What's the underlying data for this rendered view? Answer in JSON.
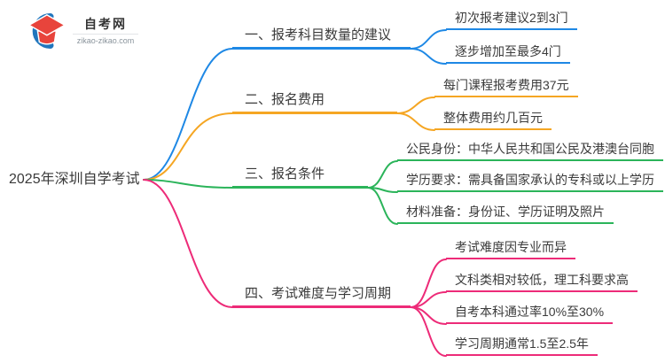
{
  "logo": {
    "site_name": "自考网",
    "site_domain": "zikao-zikao.com",
    "icon_blue": "#2176BD",
    "icon_red": "#E8443C"
  },
  "central_topic": "2025年深圳自学考试",
  "branches": [
    {
      "label": "一、报考科目数量的建议",
      "color": "#1E88E5",
      "children": [
        "初次报考建议2到3门",
        "逐步增加至最多4门"
      ]
    },
    {
      "label": "二、报名费用",
      "color": "#F5A623",
      "children": [
        "每门课程报考费用37元",
        "整体费用约几百元"
      ]
    },
    {
      "label": "三、报名条件",
      "color": "#2BB45A",
      "children": [
        "公民身份：中华人民共和国公民及港澳台同胞",
        "学历要求：需具备国家承认的专科或以上学历",
        "材料准备：身份证、学历证明及照片"
      ]
    },
    {
      "label": "四、考试难度与学习周期",
      "color": "#ED2B78",
      "children": [
        "考试难度因专业而异",
        "文科类相对较低，理工科要求高",
        "自考本科通过率10%至30%",
        "学习周期通常1.5至2.5年"
      ]
    }
  ]
}
